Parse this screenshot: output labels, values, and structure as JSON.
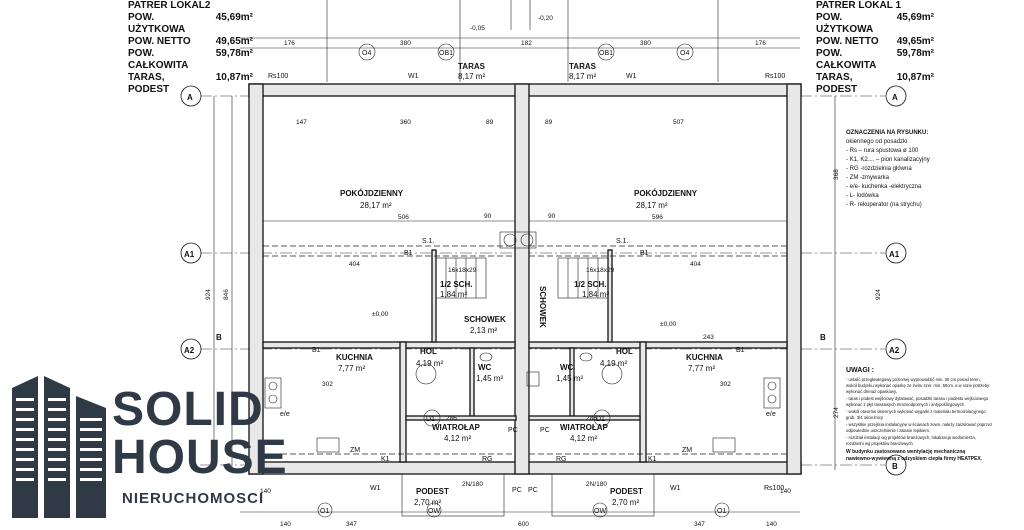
{
  "left_unit": {
    "title": "PATRER LOKAL2",
    "rows": [
      {
        "label": "POW. UŻYTKOWA",
        "value": "45,69m²"
      },
      {
        "label": "POW. NETTO",
        "value": "49,65m²"
      },
      {
        "label": "POW. CAŁKOWITA",
        "value": "59,78m²"
      },
      {
        "label": "TARAS, PODEST",
        "value": "10,87m²"
      }
    ]
  },
  "right_unit": {
    "title": "PATRER LOKAL 1",
    "rows": [
      {
        "label": "POW. UŻYTKOWA",
        "value": "45,69m²"
      },
      {
        "label": "POW. NETTO",
        "value": "49,65m²"
      },
      {
        "label": "POW. CAŁKOWITA",
        "value": "59,78m²"
      },
      {
        "label": "TARAS, PODEST",
        "value": "10,87m²"
      }
    ]
  },
  "rooms": {
    "living_left": {
      "name": "POKÓJDZIENNY",
      "area": "28,17 m²"
    },
    "living_right": {
      "name": "POKÓJDZIENNY",
      "area": "28,17 m²"
    },
    "terrace_left": {
      "name": "TARAS",
      "area": "8,17 m²"
    },
    "terrace_right": {
      "name": "TARAS",
      "area": "8,17 m²"
    },
    "stair_left": {
      "name": "1/2 SCH.",
      "area": "1,84 m²"
    },
    "stair_right": {
      "name": "1/2 SCH.",
      "area": "1,84 m²"
    },
    "storage_h": {
      "name": "SCHOWEK",
      "area": "2,13 m²"
    },
    "storage_v": {
      "name": "SCHOWEK"
    },
    "kitchen_left": {
      "name": "KUCHNIA",
      "area": "7,77 m²"
    },
    "kitchen_right": {
      "name": "KUCHNIA",
      "area": "7,77 m²"
    },
    "hall_left": {
      "name": "HOL",
      "area": "4,19 m²"
    },
    "hall_right": {
      "name": "HOL",
      "area": "4,19 m²"
    },
    "wc_left": {
      "name": "WC",
      "area": "1,45 m²"
    },
    "wc_right": {
      "name": "WC",
      "area": "1,45 m²"
    },
    "vest_left": {
      "name": "WIATROŁAP",
      "area": "4,12 m²"
    },
    "vest_right": {
      "name": "WIATROŁAP",
      "area": "4,12 m²"
    },
    "podest_left": {
      "name": "PODEST",
      "area": "2,70 m²"
    },
    "podest_right": {
      "name": "PODEST",
      "area": "2,70 m²"
    }
  },
  "axes": {
    "A": "A",
    "A1": "A1",
    "A2": "A2",
    "B": "B"
  },
  "top_dims": [
    "176",
    "380",
    "182",
    "380",
    "176"
  ],
  "bottom_dims": [
    "140",
    "347",
    "600",
    "347",
    "140"
  ],
  "right_dims": [
    "368",
    "924",
    "274"
  ],
  "legend": {
    "title": "OZNACZENIA NA RYSUNKU:",
    "items": [
      "okiennego od posadzki",
      "- Rs – rura spustowa ø 100",
      "- K1, K2.... – pion kanalizacyjny",
      "- RG -rozdzielnia główna",
      "- ZM -zmywarka",
      "- e/e- kuchenka -elektryczna",
      "- L- lodówka",
      "- R- rekuperator (na strychu)"
    ]
  },
  "notes": {
    "title": "UWAGI :",
    "items": [
      "- ustalić przegłowiegowy poziomej wyprowadzić min. 30 cm ponad teren,",
      "wokół budynku wykonać opaskę ze żwiru szer. min. 50cm, a w razie potrzeby",
      "wykonać drenaż opaskowy,",
      "- taras i podest wejściowy dylatować, posadzki tarasu i podestu wejściowego",
      "wykonać z płyt tarasowych mrozoodpornych i antypoślizgowych",
      "- wokół otworów okiennych wykonać węgarki z materiału termoizolacyjnego",
      "grub. 3/4 ościeżnicy",
      "- wszystkie przejścia instalacyjne w ścianach zewn. należy zaizolować poprzez",
      "odpowiednie uszczelnienie i zalanie lepikiem.",
      "- rozdział instalacji wg projektów branżowych, lokalizacja wodomierza,",
      "rozdzielni wg projektów branżowych",
      "W budynku zastosowano wentylację mechaniczną",
      "nawiewno-wywiewną z odzyskiem ciepła firmy HEATPEX."
    ]
  },
  "logo": {
    "line1": "SOLID",
    "line2": "HOUSE",
    "subtitle": "NIERUCHOMOSCI"
  },
  "labels": {
    "rs": "Rs100",
    "w1": "W1",
    "b1": "B1",
    "k1": "K1",
    "rg": "RG",
    "zm": "ZM",
    "pc": "PC",
    "s1": "S.1.",
    "stairs": "16x18x29",
    "plus0": "±0,00",
    "minus005": "-0,05",
    "minus020": "-0,20",
    "o4": "O4",
    "ob1": "OB1",
    "o1": "O1",
    "ow": "OW",
    "d1": "D1",
    "doors": "2N/180",
    "ee": "e/e"
  }
}
